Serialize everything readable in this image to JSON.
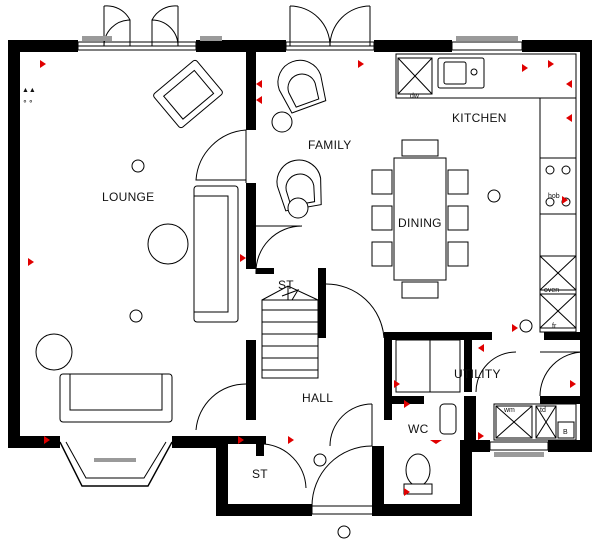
{
  "rooms": {
    "lounge": "LOUNGE",
    "family": "FAMILY",
    "kitchen": "KITCHEN",
    "dining": "DINING",
    "utility": "UTILITY",
    "hall": "HALL",
    "wc": "WC",
    "stair_store": "ST",
    "hall_store": "ST"
  },
  "appliances": {
    "dishwasher": "dw",
    "hob": "hob",
    "oven": "oven",
    "fridge": "fr",
    "washing_machine": "wm",
    "tumble_dryer": "td",
    "boiler": "B"
  },
  "colors": {
    "wall": "#000000",
    "electrical_marker": "#e00000",
    "window_frame": "#9a9a9a",
    "background": "#ffffff"
  }
}
